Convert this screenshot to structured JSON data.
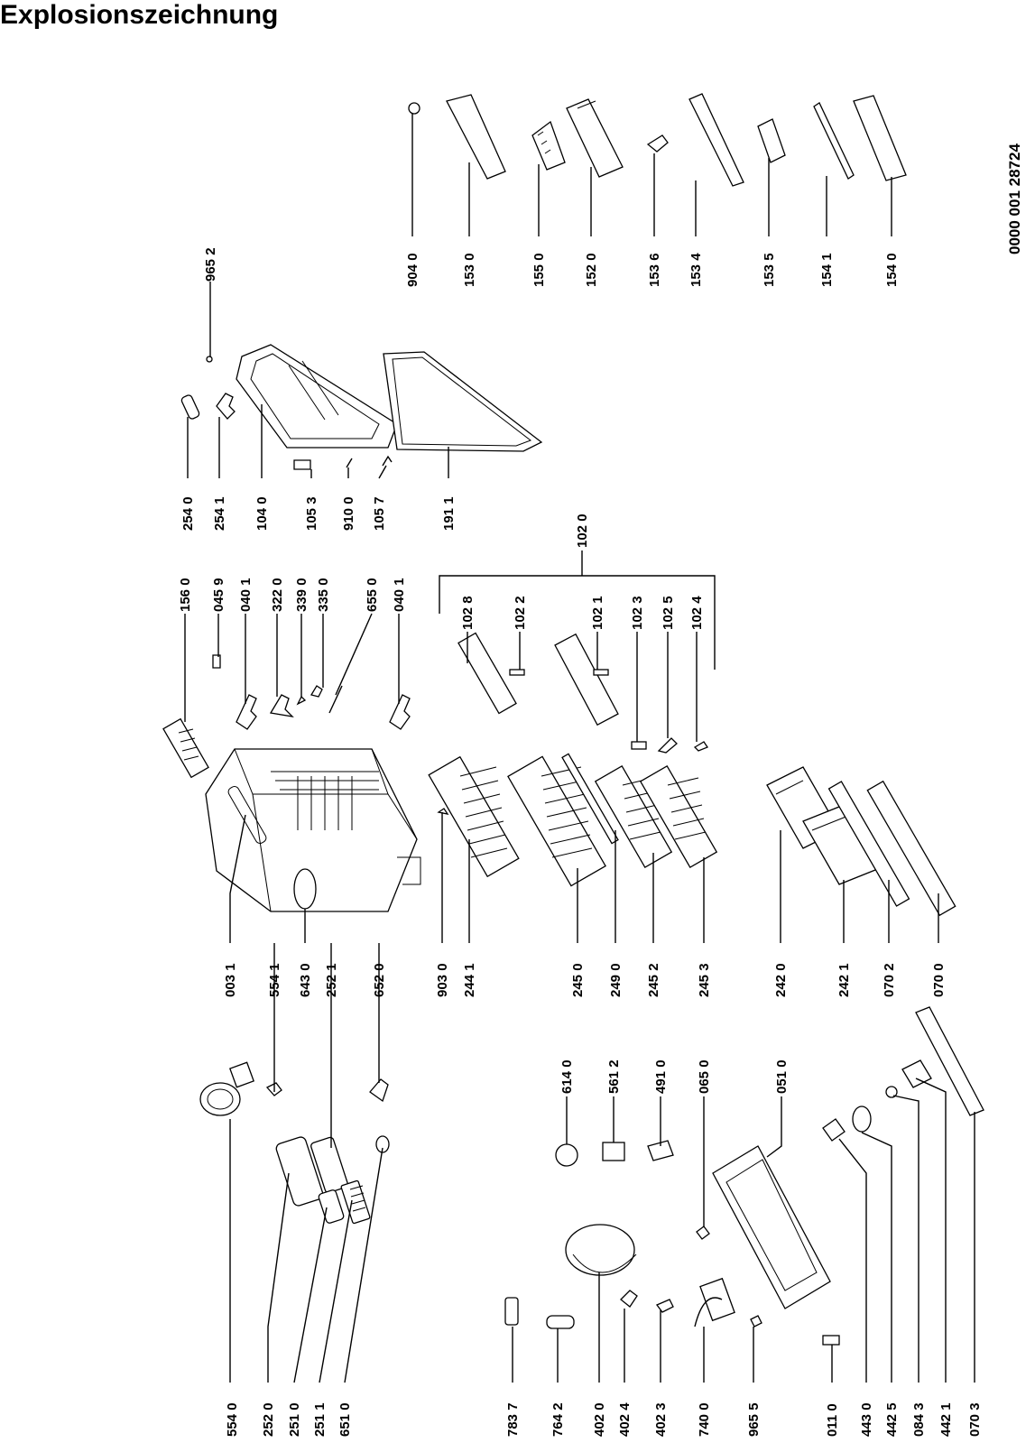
{
  "title": "Explosionszeichnung",
  "document_id": "0000 001 28724",
  "part_numbers": {
    "p5540": "554 0",
    "p2520": "252 0",
    "p2510": "251 0",
    "p2511": "251 1",
    "p6510": "651 0",
    "p7837": "783 7",
    "p7642": "764 2",
    "p4020": "402 0",
    "p4024": "402 4",
    "p4023": "402 3",
    "p7400": "740 0",
    "p9655": "965 5",
    "p0110": "011 0",
    "p4430": "443 0",
    "p4425": "442 5",
    "p0843": "084 3",
    "p4421": "442 1",
    "p0703": "070 3",
    "p6140": "614 0",
    "p5612": "561 2",
    "p4910": "491 0",
    "p0650": "065 0",
    "p0510": "051 0",
    "p0031": "003 1",
    "p5541": "554 1",
    "p6430": "643 0",
    "p2521": "252 1",
    "p6520": "652 0",
    "p9030": "903 0",
    "p2441": "244 1",
    "p2450": "245 0",
    "p2490": "249 0",
    "p2452": "245 2",
    "p2453": "245 3",
    "p2420": "242 0",
    "p2421": "242 1",
    "p0702": "070 2",
    "p0700": "070 0",
    "p1560": "156 0",
    "p0459": "045 9",
    "p0401a": "040 1",
    "p3220": "322 0",
    "p3390": "339 0",
    "p3350": "335 0",
    "p6550": "655 0",
    "p0401b": "040 1",
    "p1028": "102 8",
    "p1022": "102 2",
    "p1021": "102 1",
    "p1023": "102 3",
    "p1025": "102 5",
    "p1024": "102 4",
    "p1020": "102 0",
    "p2540": "254 0",
    "p2541": "254 1",
    "p1040": "104 0",
    "p1053": "105 3",
    "p9100": "910 0",
    "p1057": "105 7",
    "p1911": "191 1",
    "p9652": "965 2",
    "p9040": "904 0",
    "p1530": "153 0",
    "p1550": "155 0",
    "p1520": "152 0",
    "p1536": "153 6",
    "p1534": "153 4",
    "p1535": "153 5",
    "p1541": "154 1",
    "p1540": "154 0"
  }
}
